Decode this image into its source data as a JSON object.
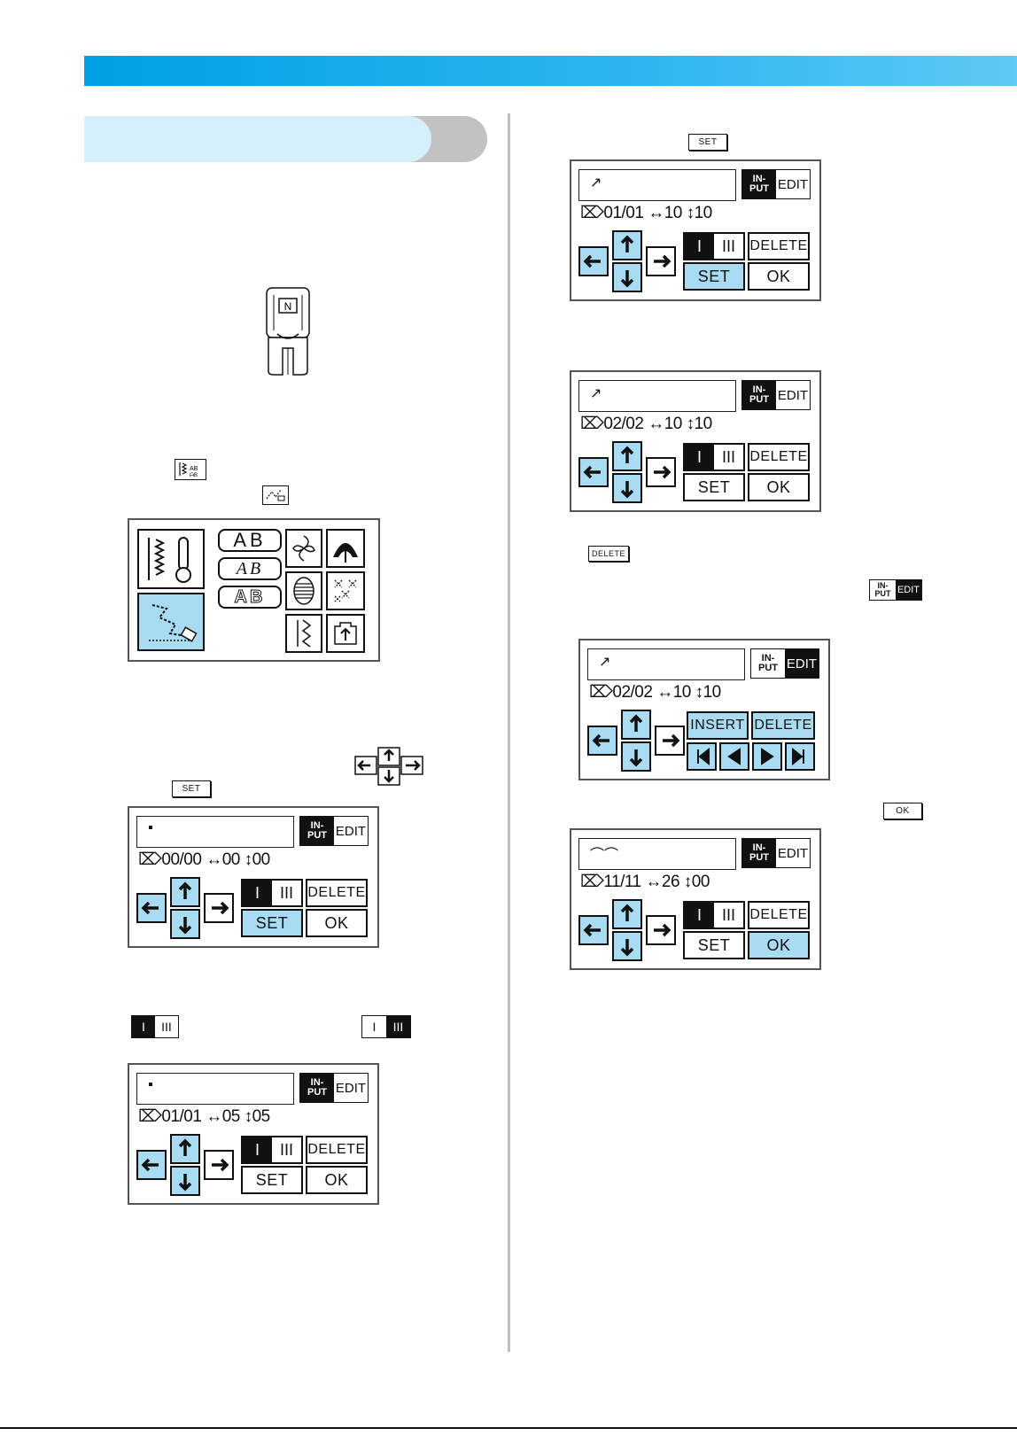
{
  "keys": {
    "set": "SET",
    "delete": "DELETE",
    "ok": "OK",
    "input_mode_top": "IN-",
    "input_mode_bottom": "PUT",
    "edit": "EDIT"
  },
  "presser_foot": {
    "letter": "N"
  },
  "selection_screen": {
    "tiles": {
      "ab_plain": "AB",
      "ab_script": "AB",
      "ab_outline": "AB"
    }
  },
  "screens": [
    {
      "info": "00/00  ↔00 ↕00",
      "toggle_on": "I",
      "toggle_off": "III",
      "delete": "DELETE",
      "set": "SET",
      "ok": "OK",
      "field_mark": "▪",
      "input_active": true,
      "edit_active": false,
      "set_highlight": true,
      "ok_highlight": false
    },
    {
      "info": "01/01  ↔05 ↕05",
      "toggle_on": "I",
      "toggle_off": "III",
      "delete": "DELETE",
      "set": "SET",
      "ok": "OK",
      "field_mark": "▪",
      "input_active": true,
      "edit_active": false,
      "set_highlight": false,
      "ok_highlight": false
    },
    {
      "info": "01/01  ↔10 ↕10",
      "toggle_on": "I",
      "toggle_off": "III",
      "delete": "DELETE",
      "set": "SET",
      "ok": "OK",
      "field_mark": "↗",
      "input_active": true,
      "edit_active": false,
      "set_highlight": true,
      "ok_highlight": false
    },
    {
      "info": "02/02  ↔10 ↕10",
      "toggle_on": "I",
      "toggle_off": "III",
      "delete": "DELETE",
      "set": "SET",
      "ok": "OK",
      "field_mark": "↗",
      "input_active": true,
      "edit_active": false,
      "set_highlight": false,
      "ok_highlight": false
    },
    {
      "info": "02/02  ↔10 ↕10",
      "insert": "INSERT",
      "delete": "DELETE",
      "field_mark": "↗",
      "input_active": false,
      "edit_active": true
    },
    {
      "info": "11/11  ↔26 ↕00",
      "toggle_on": "I",
      "toggle_off": "III",
      "delete": "DELETE",
      "set": "SET",
      "ok": "OK",
      "field_mark": "⌒⌒",
      "input_active": true,
      "edit_active": false,
      "set_highlight": false,
      "ok_highlight": true
    }
  ]
}
